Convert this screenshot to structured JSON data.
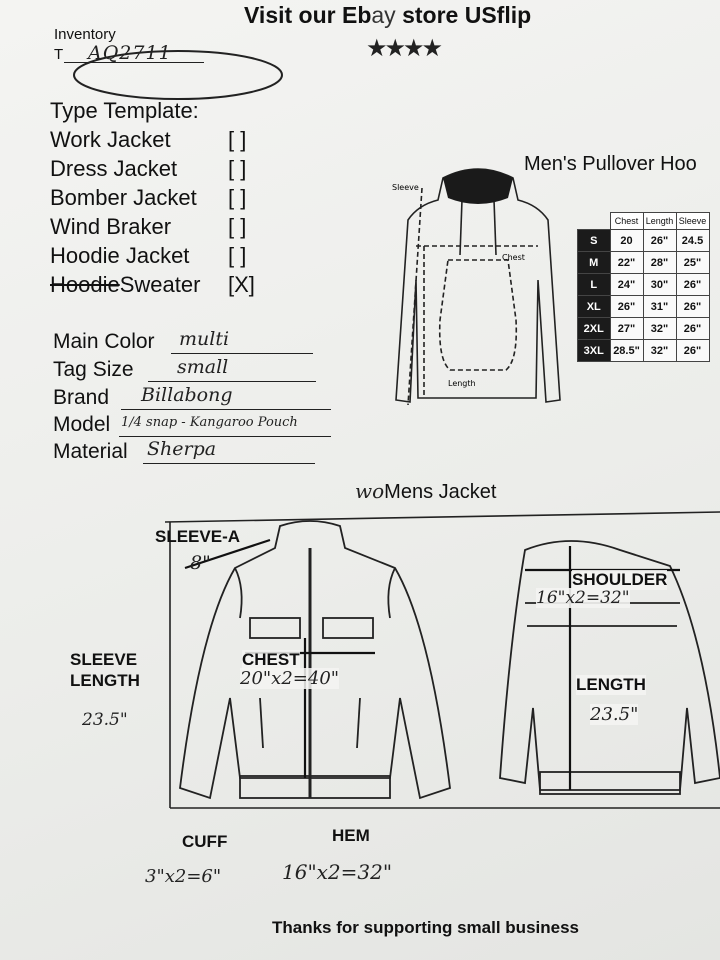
{
  "header": {
    "title_before": "Visit our Eb",
    "title_ebay_rest": "ay",
    "title_after": " store USflip",
    "stars": "★★★★"
  },
  "inventory": {
    "label": "Inventory",
    "prefix": "T",
    "value": "AQ2711"
  },
  "type_template": {
    "title": "Type Template:",
    "items": [
      {
        "label": "Work Jacket",
        "box": "[ ]"
      },
      {
        "label": "Dress Jacket",
        "box": "[ ]"
      },
      {
        "label": "Bomber Jacket",
        "box": "[ ]"
      },
      {
        "label": "Wind Braker",
        "box": "[ ]"
      },
      {
        "label": "Hoodie Jacket",
        "box": "[ ]"
      },
      {
        "label_struck": "Hoodie",
        "label": "Sweater",
        "box": "[X]"
      }
    ]
  },
  "fields": {
    "main_color": {
      "label": "Main Color",
      "value": "multi"
    },
    "tag_size": {
      "label": "Tag Size",
      "value": "small"
    },
    "brand": {
      "label": "Brand",
      "value": "Billabong"
    },
    "model": {
      "label": "Model",
      "value": "1/4 snap - Kangaroo Pouch"
    },
    "material": {
      "label": "Material",
      "value": "Sherpa"
    }
  },
  "hoodie": {
    "title": "Men's Pullover Hoo",
    "diagram_labels": {
      "sleeve": "Sleeve",
      "chest": "Chest",
      "length": "Length"
    },
    "size_table": {
      "headers": [
        "Chest",
        "Length",
        "Sleeve"
      ],
      "rows": [
        {
          "size": "S",
          "values": [
            "20",
            "26\"",
            "24.5"
          ]
        },
        {
          "size": "M",
          "values": [
            "22\"",
            "28\"",
            "25\""
          ]
        },
        {
          "size": "L",
          "values": [
            "24\"",
            "30\"",
            "26\""
          ]
        },
        {
          "size": "XL",
          "values": [
            "26\"",
            "31\"",
            "26\""
          ]
        },
        {
          "size": "2XL",
          "values": [
            "27\"",
            "32\"",
            "26\""
          ]
        },
        {
          "size": "3XL",
          "values": [
            "28.5\"",
            "32\"",
            "26\""
          ]
        }
      ]
    }
  },
  "jacket": {
    "title_handwritten": "wo",
    "title": "Mens Jacket",
    "labels": {
      "sleeve_a": "SLEEVE-A",
      "sleeve_length_1": "SLEEVE",
      "sleeve_length_2": "LENGTH",
      "chest": "CHEST",
      "cuff": "CUFF",
      "hem": "HEM",
      "shoulder": "SHOULDER",
      "length": "LENGTH"
    },
    "measurements": {
      "sleeve_a": "8\"",
      "sleeve_length": "23.5\"",
      "chest": "20\"x2=40\"",
      "cuff": "3\"x2=6\"",
      "hem": "16\"x2=32\"",
      "shoulder": "16\"x2=32\"",
      "length": "23.5\""
    }
  },
  "footer": {
    "thanks": "Thanks for supporting small business"
  }
}
